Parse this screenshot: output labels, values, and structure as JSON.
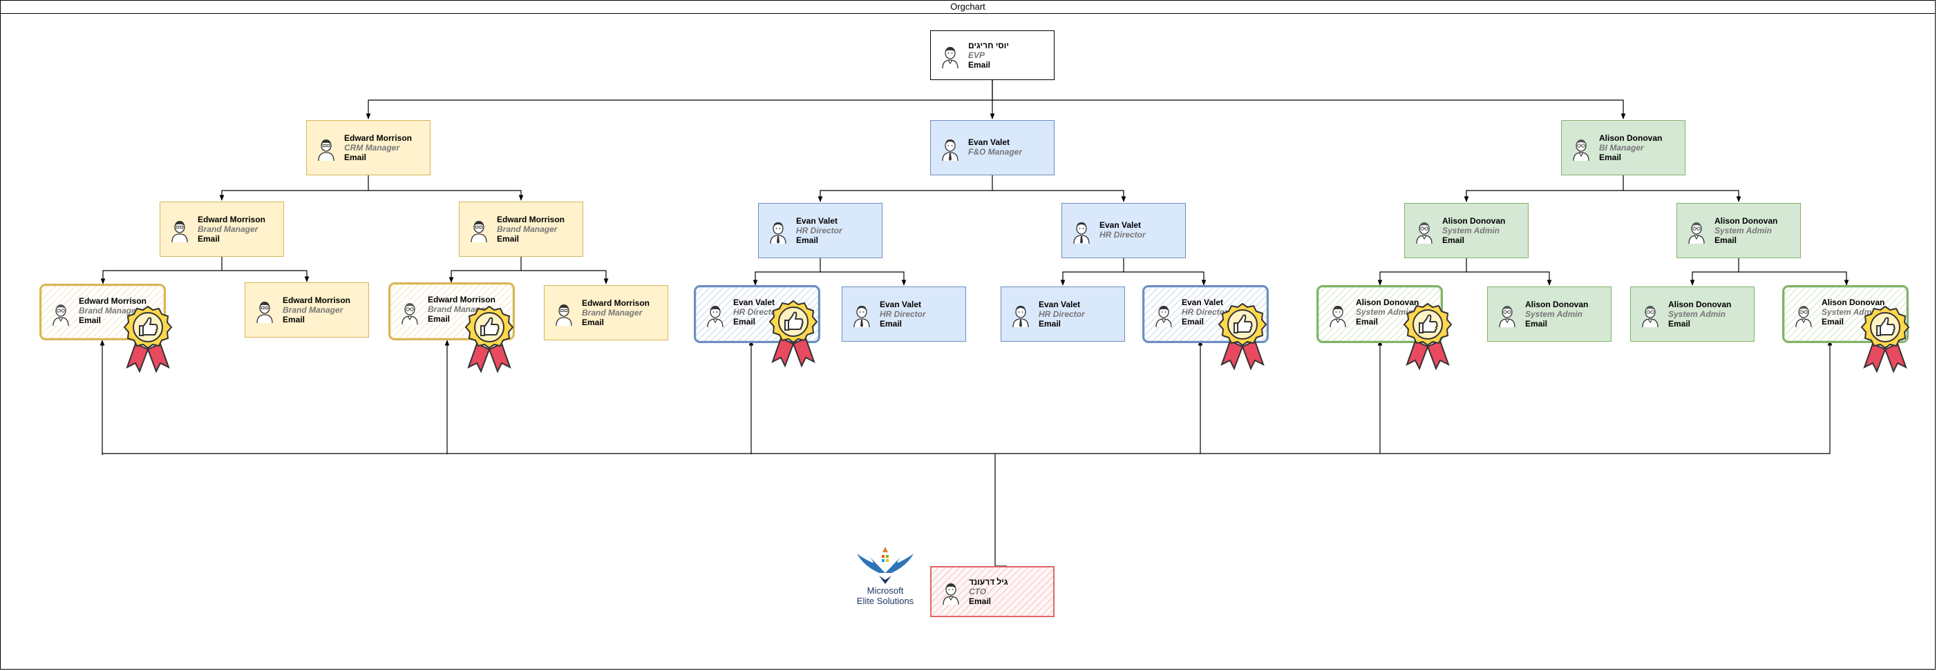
{
  "title": "Orgchart",
  "email_label": "Email",
  "colors": {
    "white": "#ffffff",
    "yellow": "#fff2cc",
    "blue": "#dae8fc",
    "green": "#d5e8d4",
    "red": "#f8cecc"
  },
  "nodes": {
    "evp": {
      "name": "יוסי חריגים",
      "role": "EVP"
    },
    "crm": {
      "name": "Edward Morrison",
      "role": "CRM Manager"
    },
    "fo": {
      "name": "Evan Valet",
      "role": "F&O Manager"
    },
    "bi": {
      "name": "Alison Donovan",
      "role": "BI Manager"
    },
    "bm1": {
      "name": "Edward Morrison",
      "role": "Brand Manager"
    },
    "bm2": {
      "name": "Edward Morrison",
      "role": "Brand Manager"
    },
    "hr1": {
      "name": "Evan Valet",
      "role": "HR Director"
    },
    "hr2": {
      "name": "Evan Valet",
      "role": "HR Director"
    },
    "sa1": {
      "name": "Alison Donovan",
      "role": "System Admin"
    },
    "sa2": {
      "name": "Alison Donovan",
      "role": "System Admin"
    },
    "l1": {
      "name": "Edward Morrison",
      "role": "Brand Manager"
    },
    "l2": {
      "name": "Edward Morrison",
      "role": "Brand Manager"
    },
    "l3": {
      "name": "Edward Morrison",
      "role": "Brand Manager"
    },
    "l4": {
      "name": "Edward Morrison",
      "role": "Brand Manager"
    },
    "l5": {
      "name": "Evan Valet",
      "role": "HR Director"
    },
    "l6": {
      "name": "Evan Valet",
      "role": "HR Director"
    },
    "l7": {
      "name": "Evan Valet",
      "role": "HR Director"
    },
    "l8": {
      "name": "Evan Valet",
      "role": "HR Director"
    },
    "l9": {
      "name": "Alison Donovan",
      "role": "System Admin"
    },
    "l10": {
      "name": "Alison Donovan",
      "role": "System Admin"
    },
    "l11": {
      "name": "Alison Donovan",
      "role": "System Admin"
    },
    "l12": {
      "name": "Alison Donovan",
      "role": "System Admin"
    },
    "cto": {
      "name": "גיל דרעונד",
      "role": "CTO"
    }
  },
  "logo": {
    "line1": "Microsoft",
    "line2": "Elite Solutions"
  }
}
